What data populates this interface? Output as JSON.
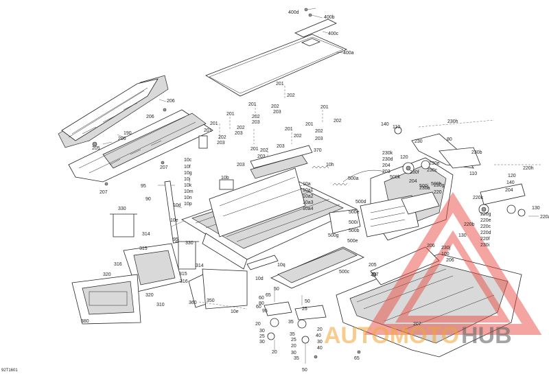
{
  "diagram_id": "92T1601",
  "watermark": {
    "brand_part1": "AUTOMOTO",
    "brand_part2": "HUB",
    "color_primary": "#e8483f",
    "color_secondary": "#f0a030",
    "color_dark": "#555555"
  },
  "callouts": [
    {
      "id": "c400d",
      "text": "400d"
    },
    {
      "id": "c400b",
      "text": "400b"
    },
    {
      "id": "c400c",
      "text": "400c"
    },
    {
      "id": "c400a",
      "text": "400a"
    },
    {
      "id": "c206a",
      "text": "206"
    },
    {
      "id": "c206b",
      "text": "206"
    },
    {
      "id": "c190",
      "text": "190"
    },
    {
      "id": "c206c",
      "text": "206"
    },
    {
      "id": "c205",
      "text": "205"
    },
    {
      "id": "c207a",
      "text": "207"
    },
    {
      "id": "c207b",
      "text": "207"
    },
    {
      "id": "c201a",
      "text": "201"
    },
    {
      "id": "c202a",
      "text": "202"
    },
    {
      "id": "c201b",
      "text": "201"
    },
    {
      "id": "c202b",
      "text": "202"
    },
    {
      "id": "c203a",
      "text": "203"
    },
    {
      "id": "c201c",
      "text": "201"
    },
    {
      "id": "c202c",
      "text": "202"
    },
    {
      "id": "c203b",
      "text": "203"
    },
    {
      "id": "c201d",
      "text": "201"
    },
    {
      "id": "c202d",
      "text": "202"
    },
    {
      "id": "c203c",
      "text": "203"
    },
    {
      "id": "c201e",
      "text": "201"
    },
    {
      "id": "c202e",
      "text": "202"
    },
    {
      "id": "c203d",
      "text": "203"
    },
    {
      "id": "c201f",
      "text": "201"
    },
    {
      "id": "c202f",
      "text": "202"
    },
    {
      "id": "c201g",
      "text": "201"
    },
    {
      "id": "c202g",
      "text": "202"
    },
    {
      "id": "c203e",
      "text": "203"
    },
    {
      "id": "c201h",
      "text": "201"
    },
    {
      "id": "c202h",
      "text": "202"
    },
    {
      "id": "c203f",
      "text": "203"
    },
    {
      "id": "c201i",
      "text": "201"
    },
    {
      "id": "c202i",
      "text": "202"
    },
    {
      "id": "c203g",
      "text": "203"
    },
    {
      "id": "c370",
      "text": "370"
    },
    {
      "id": "c203h",
      "text": "203"
    },
    {
      "id": "c10h",
      "text": "10h"
    },
    {
      "id": "c10c",
      "text": "10c"
    },
    {
      "id": "c10f",
      "text": "10f"
    },
    {
      "id": "c10g",
      "text": "10g"
    },
    {
      "id": "c10j",
      "text": "10j"
    },
    {
      "id": "c10k",
      "text": "10k"
    },
    {
      "id": "c10m",
      "text": "10m"
    },
    {
      "id": "c10n",
      "text": "10n"
    },
    {
      "id": "c10p",
      "text": "10p"
    },
    {
      "id": "c10b",
      "text": "10b"
    },
    {
      "id": "c10d",
      "text": "10d"
    },
    {
      "id": "c10e",
      "text": "10e"
    },
    {
      "id": "c10a",
      "text": "10a"
    },
    {
      "id": "c10a1",
      "text": "10a1"
    },
    {
      "id": "c10a2",
      "text": "10a2"
    },
    {
      "id": "c10a3",
      "text": "10a3"
    },
    {
      "id": "c10a4",
      "text": "10a4"
    },
    {
      "id": "c95a",
      "text": "95"
    },
    {
      "id": "c90",
      "text": "90"
    },
    {
      "id": "c95b",
      "text": "95"
    },
    {
      "id": "c330a",
      "text": "330"
    },
    {
      "id": "c314a",
      "text": "314"
    },
    {
      "id": "c315a",
      "text": "315"
    },
    {
      "id": "c330b",
      "text": "330"
    },
    {
      "id": "c316a",
      "text": "316"
    },
    {
      "id": "c320a",
      "text": "320"
    },
    {
      "id": "c314b",
      "text": "314"
    },
    {
      "id": "c315b",
      "text": "315"
    },
    {
      "id": "c316b",
      "text": "316"
    },
    {
      "id": "c320b",
      "text": "320"
    },
    {
      "id": "c310",
      "text": "310"
    },
    {
      "id": "c380",
      "text": "380"
    },
    {
      "id": "c360",
      "text": "360"
    },
    {
      "id": "c350",
      "text": "350"
    },
    {
      "id": "c10e2",
      "text": "10e"
    },
    {
      "id": "c10d2",
      "text": "10d"
    },
    {
      "id": "c10q",
      "text": "10q"
    },
    {
      "id": "c500c",
      "text": "500c"
    },
    {
      "id": "c500a",
      "text": "500a"
    },
    {
      "id": "c500d",
      "text": "500d"
    },
    {
      "id": "c500e",
      "text": "500e"
    },
    {
      "id": "c500i",
      "text": "500i"
    },
    {
      "id": "c500g",
      "text": "500g"
    },
    {
      "id": "c500e2",
      "text": "500e"
    },
    {
      "id": "c500b",
      "text": "500b"
    },
    {
      "id": "c500j",
      "text": "500j"
    },
    {
      "id": "c500h",
      "text": "500h"
    },
    {
      "id": "c130",
      "text": "130"
    },
    {
      "id": "c140",
      "text": "140"
    },
    {
      "id": "c110",
      "text": "110"
    },
    {
      "id": "c230",
      "text": "230"
    },
    {
      "id": "c230h",
      "text": "230h"
    },
    {
      "id": "c80",
      "text": "80"
    },
    {
      "id": "c230b",
      "text": "230b"
    },
    {
      "id": "c230k",
      "text": "230k"
    },
    {
      "id": "c120",
      "text": "120"
    },
    {
      "id": "c230e",
      "text": "230e"
    },
    {
      "id": "c230d",
      "text": "230d"
    },
    {
      "id": "c204a",
      "text": "204"
    },
    {
      "id": "c230f",
      "text": "230f"
    },
    {
      "id": "c203i",
      "text": "203"
    },
    {
      "id": "c204b",
      "text": "204"
    },
    {
      "id": "c230c",
      "text": "230c"
    },
    {
      "id": "c500k",
      "text": "500k"
    },
    {
      "id": "c230a",
      "text": "230a"
    },
    {
      "id": "c230g",
      "text": "230g"
    },
    {
      "id": "c220",
      "text": "220"
    },
    {
      "id": "c220h",
      "text": "220h"
    },
    {
      "id": "c120b",
      "text": "120"
    },
    {
      "id": "c110b",
      "text": "110"
    },
    {
      "id": "c204c",
      "text": "204"
    },
    {
      "id": "c220k",
      "text": "220k"
    },
    {
      "id": "c140b",
      "text": "140"
    },
    {
      "id": "c130b",
      "text": "130"
    },
    {
      "id": "c220a",
      "text": "220a"
    },
    {
      "id": "c220g",
      "text": "220g"
    },
    {
      "id": "c220e",
      "text": "220e"
    },
    {
      "id": "c220b",
      "text": "220b"
    },
    {
      "id": "c220c",
      "text": "220c"
    },
    {
      "id": "c220d",
      "text": "220d"
    },
    {
      "id": "c220f",
      "text": "220f"
    },
    {
      "id": "c230i",
      "text": "230i"
    },
    {
      "id": "c230j",
      "text": "230j"
    },
    {
      "id": "c100",
      "text": "100"
    },
    {
      "id": "c206d",
      "text": "206"
    },
    {
      "id": "c206e",
      "text": "206"
    },
    {
      "id": "c205b",
      "text": "205"
    },
    {
      "id": "c207c",
      "text": "207"
    },
    {
      "id": "c207d",
      "text": "207"
    },
    {
      "id": "c65",
      "text": "65"
    },
    {
      "id": "c50a",
      "text": "50"
    },
    {
      "id": "c65b",
      "text": "65"
    },
    {
      "id": "c60a",
      "text": "60"
    },
    {
      "id": "c80b",
      "text": "80"
    },
    {
      "id": "c60b",
      "text": "60"
    },
    {
      "id": "c95c",
      "text": "95"
    },
    {
      "id": "c50b",
      "text": "50"
    },
    {
      "id": "c25a",
      "text": "25"
    },
    {
      "id": "c35a",
      "text": "35"
    },
    {
      "id": "c20a",
      "text": "20"
    },
    {
      "id": "c30a",
      "text": "30"
    },
    {
      "id": "c25b",
      "text": "25"
    },
    {
      "id": "c35b",
      "text": "35"
    },
    {
      "id": "c20b",
      "text": "20"
    },
    {
      "id": "c30b",
      "text": "30"
    },
    {
      "id": "c40a",
      "text": "40"
    },
    {
      "id": "c20c",
      "text": "20"
    },
    {
      "id": "c30c",
      "text": "30"
    },
    {
      "id": "c40b",
      "text": "40"
    },
    {
      "id": "c25c",
      "text": "25"
    },
    {
      "id": "c20d",
      "text": "20"
    },
    {
      "id": "c30d",
      "text": "30"
    },
    {
      "id": "c35c",
      "text": "35"
    },
    {
      "id": "c50c",
      "text": "50"
    },
    {
      "id": "c40c",
      "text": "40"
    }
  ]
}
